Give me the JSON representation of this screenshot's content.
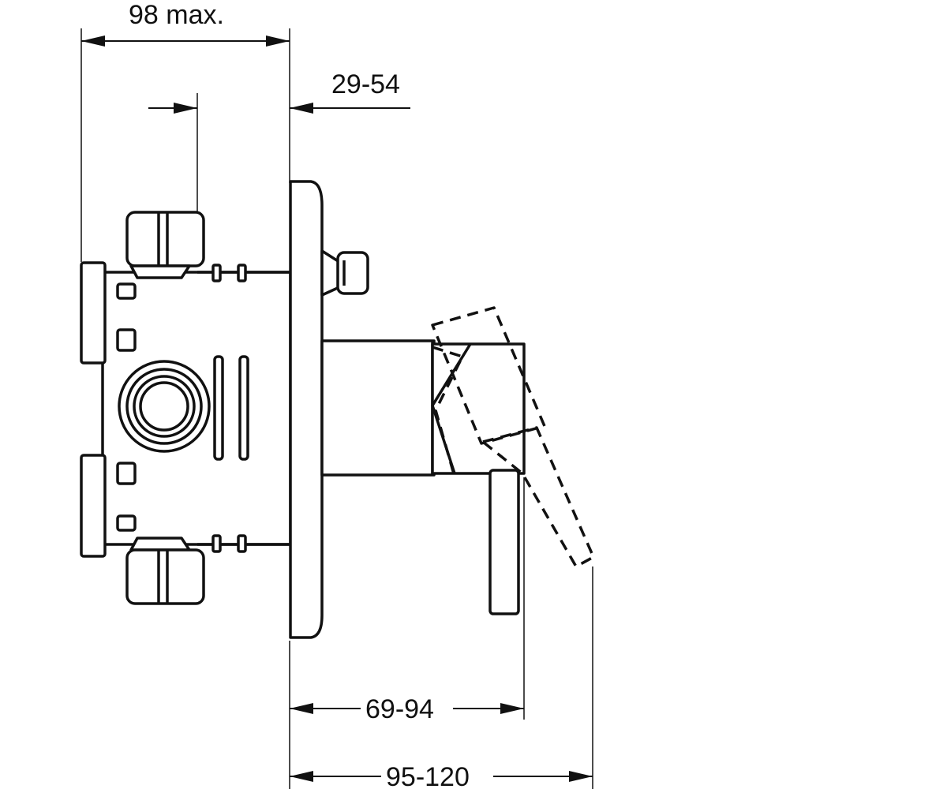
{
  "dimensions": {
    "max_depth": "98 max.",
    "offset": "29-54",
    "lever_depth": "69-94",
    "lever_depth_max": "95-120"
  }
}
